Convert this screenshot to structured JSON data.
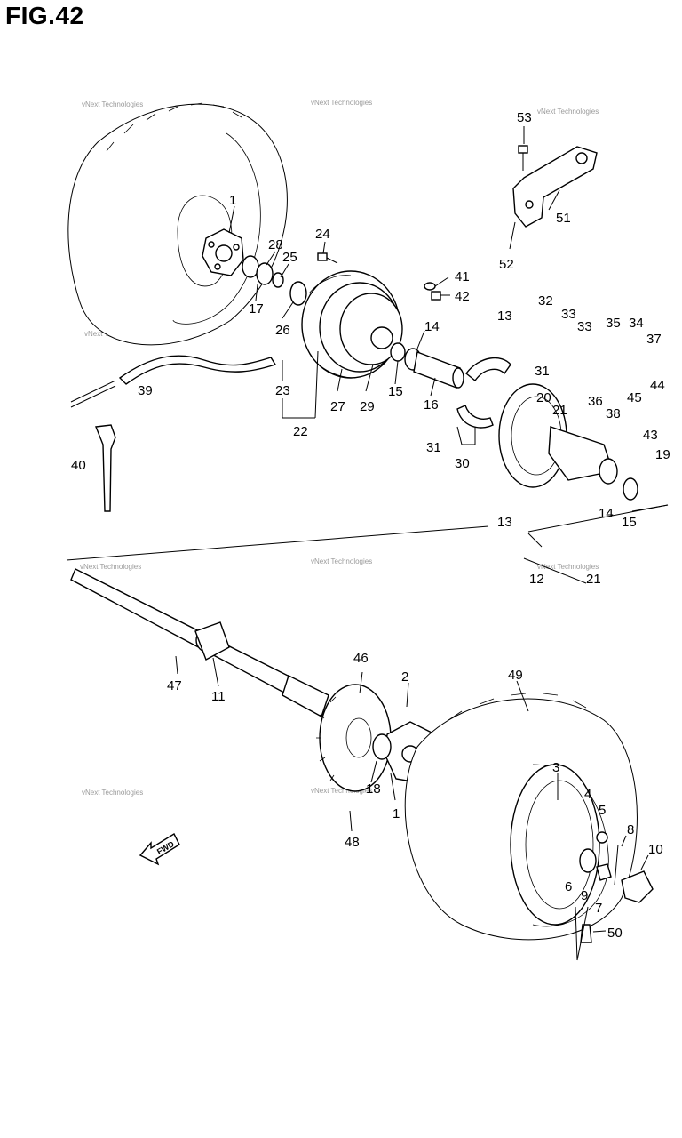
{
  "figure": {
    "title": "FIG.42"
  },
  "watermark": {
    "text": "vNext Technologies",
    "color": "#9a9a9a"
  },
  "fwd_badge": {
    "text": "FWD",
    "icon": "forward-arrow-icon"
  },
  "part_labels": [
    "1",
    "24",
    "28",
    "25",
    "17",
    "26",
    "41",
    "42",
    "53",
    "51",
    "52",
    "32",
    "33",
    "33",
    "35",
    "34",
    "37",
    "13",
    "14",
    "31",
    "20",
    "21",
    "36",
    "45",
    "44",
    "38",
    "43",
    "19",
    "15",
    "29",
    "27",
    "16",
    "39",
    "23",
    "22",
    "31",
    "30",
    "40",
    "13",
    "14",
    "15",
    "12",
    "21",
    "11",
    "47",
    "46",
    "2",
    "49",
    "3",
    "4",
    "5",
    "8",
    "10",
    "18",
    "1",
    "48",
    "6",
    "9",
    "7",
    "50"
  ]
}
